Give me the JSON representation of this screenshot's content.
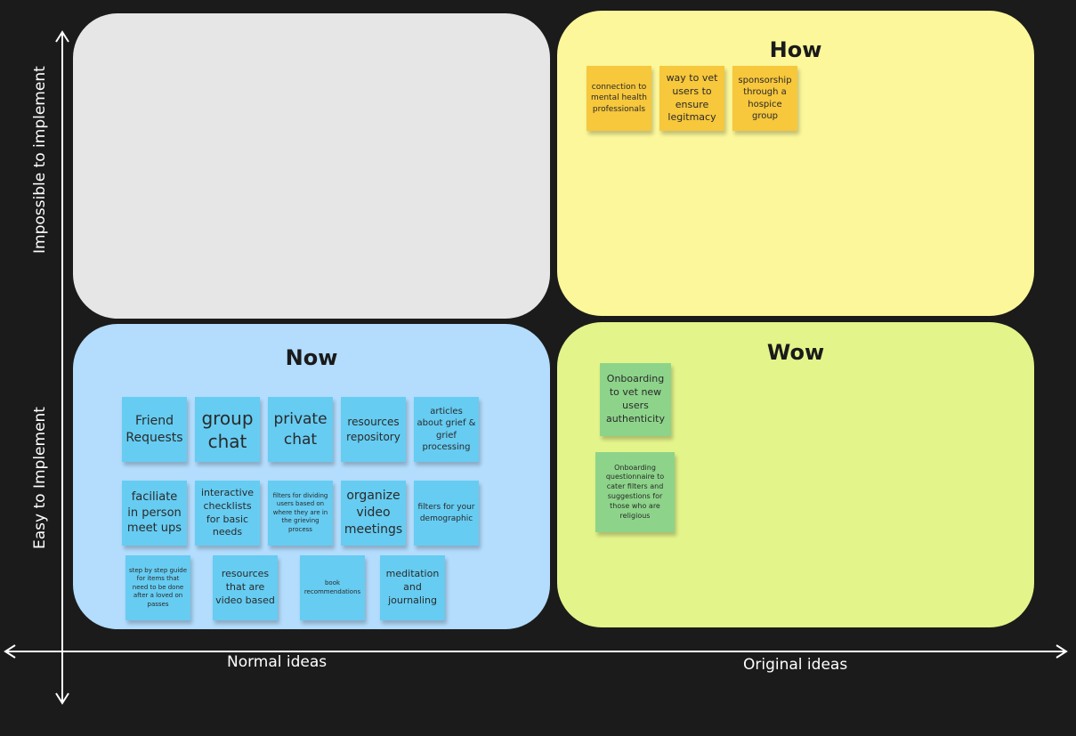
{
  "quadrants": {
    "top_left": {
      "title": ""
    },
    "how": {
      "title": "How",
      "notes": [
        "connection to mental health professionals",
        "way to vet users to ensure legitmacy",
        "sponsorship through a hospice group"
      ]
    },
    "now": {
      "title": "Now",
      "notes": [
        "Friend Requests",
        "group chat",
        "private chat",
        "resources repository",
        "articles about grief & grief processing",
        "faciliate in person meet ups",
        "interactive checklists for basic needs",
        "filters for dividing users based on where they are in the grieving process",
        "organize video meetings",
        "filters for your demographic",
        "step by step guide for items that need to be done after a loved on passes",
        "resources that are video based",
        "book recommendations",
        "meditation and journaling"
      ]
    },
    "wow": {
      "title": "Wow",
      "notes": [
        "Onboarding to vet new users authenticity",
        "Onboarding questionnaire to cater filters and suggestions for those who are religious"
      ]
    }
  },
  "axes": {
    "y_top_label": "Impossible to implement",
    "y_bottom_label": "Easy to Implement",
    "x_left_label": "Normal ideas",
    "x_right_label": "Original  ideas"
  },
  "colors": {
    "background": "#1b1b1b",
    "quadrant_empty": "#e6e6e6",
    "quadrant_how": "#fbf79a",
    "quadrant_now": "#b3dcfd",
    "quadrant_wow": "#e3f48a",
    "note_blue": "#66ccf2",
    "note_yellow": "#f7c73c",
    "note_green": "#8dd48a"
  }
}
